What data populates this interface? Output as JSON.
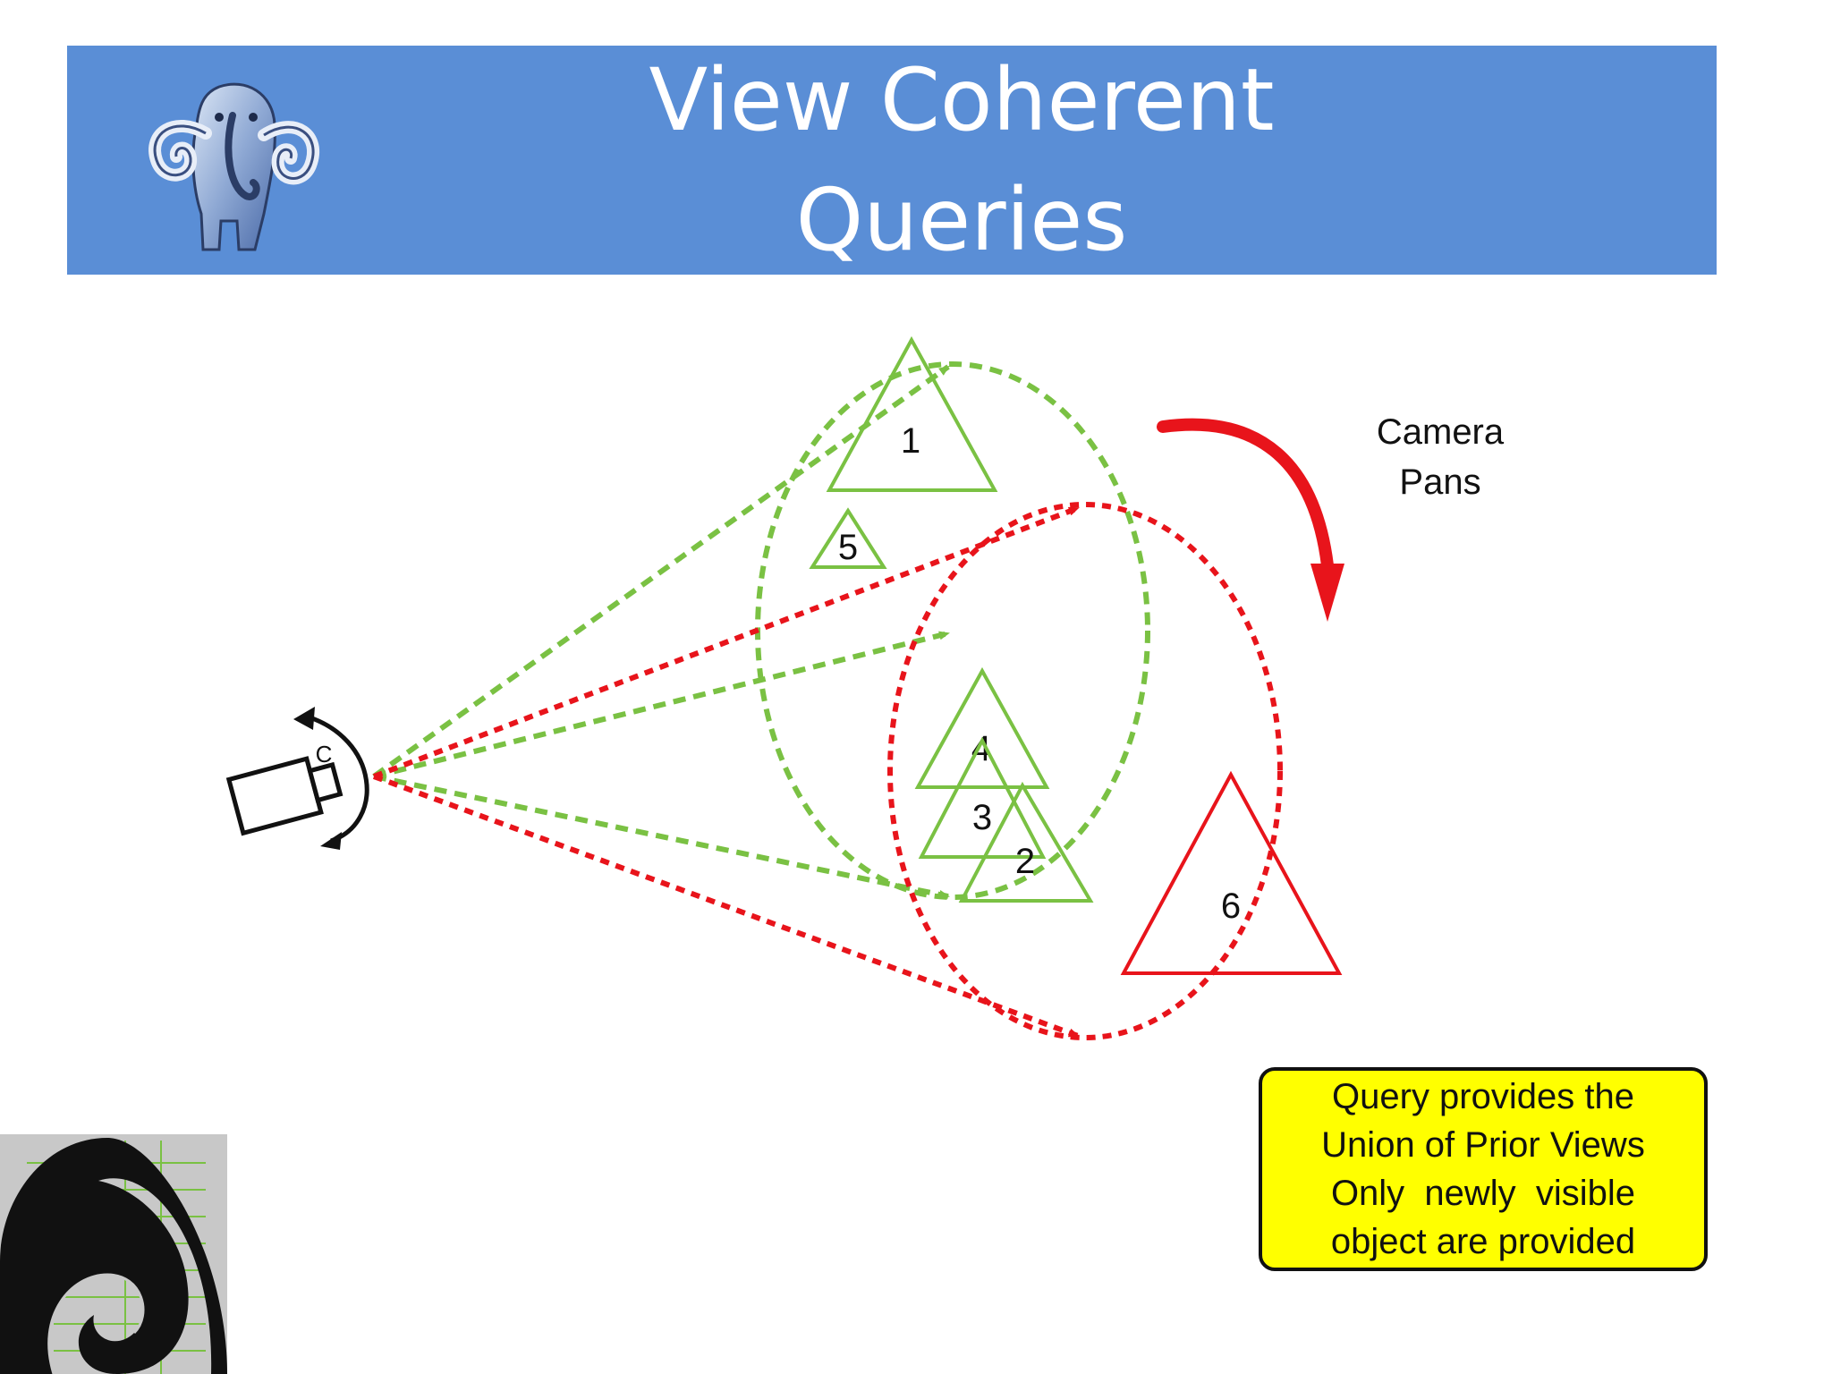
{
  "title": {
    "line1": "View Coherent",
    "line2": "Queries"
  },
  "diagram": {
    "camera_letter": "C",
    "pan_label": {
      "line1": "Camera",
      "line2": "Pans"
    },
    "objects": [
      {
        "label": "1",
        "color": "#7ac143"
      },
      {
        "label": "5",
        "color": "#7ac143"
      },
      {
        "label": "4",
        "color": "#7ac143"
      },
      {
        "label": "3",
        "color": "#7ac143"
      },
      {
        "label": "2",
        "color": "#7ac143"
      },
      {
        "label": "6",
        "color": "#e8141b"
      }
    ],
    "colors": {
      "prior_view": "#7ac143",
      "new_view": "#e8141b",
      "note_bg": "#ffff00",
      "header_bg": "#5a8ed6"
    }
  },
  "note": {
    "line1": "Query provides the",
    "line2": "Union of Prior Views",
    "line3": "Only  newly  visible",
    "line4": "object are provided"
  }
}
